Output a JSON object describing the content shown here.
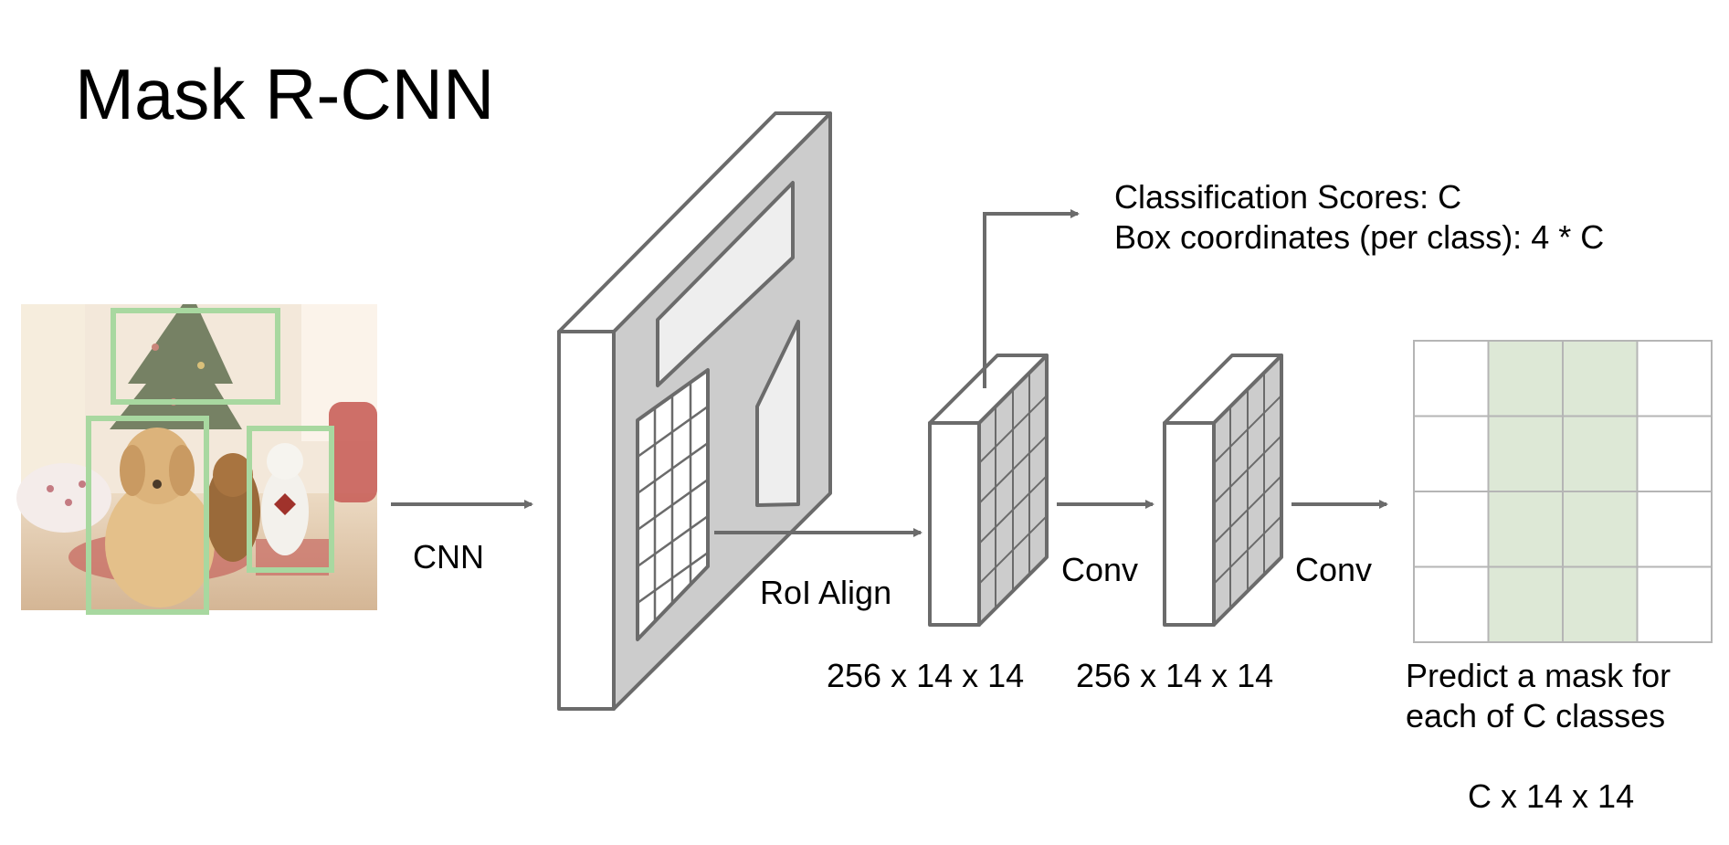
{
  "title": "Mask R-CNN",
  "labels": {
    "cnn": "CNN",
    "roi_align": "RoI Align",
    "conv1": "Conv",
    "conv2": "Conv",
    "dims1": "256 x 14 x 14",
    "dims2": "256 x 14 x 14",
    "scores_line1": "Classification Scores: C",
    "scores_line2": "Box coordinates (per class): 4 * C",
    "mask_line1": "Predict a mask for",
    "mask_line2": "each of C classes",
    "mask_dims": "C x 14 x 14"
  },
  "colors": {
    "stroke": "#6b6b6b",
    "block_face": "#cccccc",
    "block_light": "#eeeeee",
    "mask_highlight": "#dde8d6",
    "mask_grid": "#b5b5b5",
    "detection_box": "#a8d8a0"
  },
  "mask_grid": {
    "rows": 4,
    "cols": 4,
    "highlighted_columns": [
      1,
      2
    ]
  }
}
